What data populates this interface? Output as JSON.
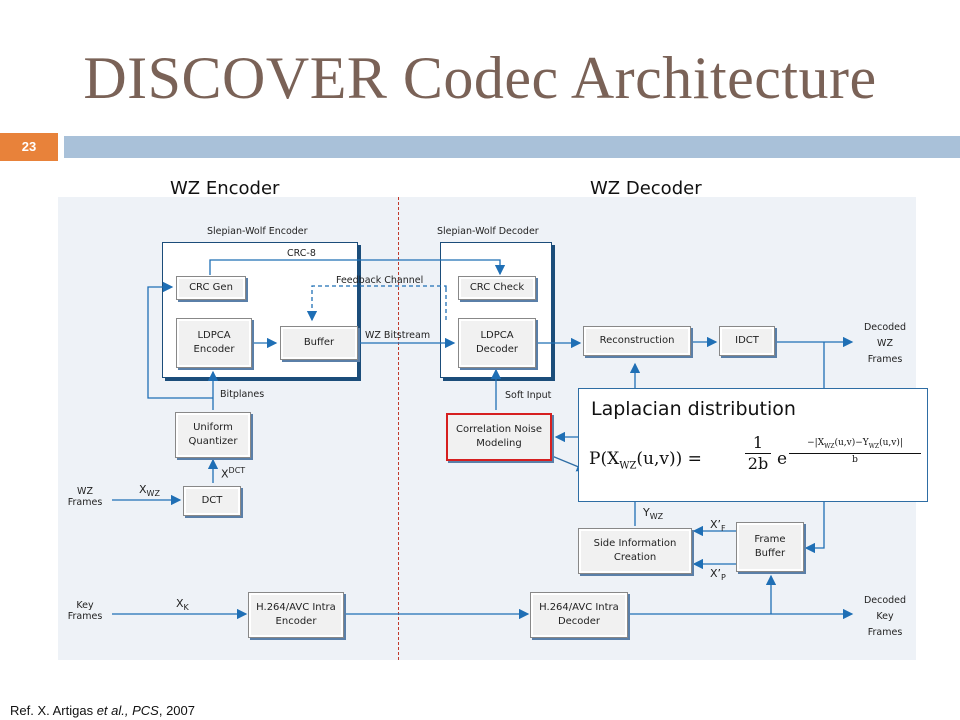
{
  "slide": {
    "title": "DISCOVER Codec Architecture",
    "page_number": "23",
    "reference_prefix": "Ref. X. Artigas ",
    "reference_italic": "et al., PCS",
    "reference_suffix": ", 2007"
  },
  "diagram": {
    "encoder_heading": "WZ Encoder",
    "decoder_heading": "WZ Decoder",
    "sw_encoder_label": "Slepian-Wolf Encoder",
    "sw_decoder_label": "Slepian-Wolf Decoder",
    "blocks": {
      "crc_gen": "CRC Gen",
      "ldpca_encoder": "LDPCA Encoder",
      "buffer": "Buffer",
      "uniform_quantizer": "Uniform Quantizer",
      "dct": "DCT",
      "h264_encoder": "H.264/AVC Intra Encoder",
      "crc_check": "CRC Check",
      "ldpca_decoder": "LDPCA Decoder",
      "reconstruction": "Reconstruction",
      "idct": "IDCT",
      "correlation": "Correlation Noise Modeling",
      "side_info": "Side Information Creation",
      "frame_buffer": "Frame Buffer",
      "h264_decoder": "H.264/AVC Intra Decoder"
    },
    "labels": {
      "crc8": "CRC-8",
      "feedback": "Feedback Channel",
      "wz_bitstream": "WZ Bitstream",
      "bitplanes": "Bitplanes",
      "soft_input": "Soft Input",
      "x_dct": "X",
      "x_dct_sup": "DCT",
      "x_wz": "X",
      "x_wz_sub": "WZ",
      "x_k": "X",
      "x_k_sub": "K",
      "y_wz": "Y",
      "y_wz_sub": "WZ",
      "x_f": "X’",
      "x_f_sub": "F",
      "x_b": "X’",
      "x_b_sub": "P",
      "wz_frames_1": "WZ",
      "wz_frames_2": "Frames",
      "key_frames_1": "Key",
      "key_frames_2": "Frames",
      "decoded_wz_1": "Decoded",
      "decoded_wz_2": "WZ",
      "decoded_wz_3": "Frames",
      "decoded_key_1": "Decoded",
      "decoded_key_2": "Key",
      "decoded_key_3": "Frames"
    },
    "callout": {
      "title": "Laplacian distribution",
      "formula_lhs": "P(X",
      "formula_lhs_sub": "WZ",
      "formula_lhs_args": "(u,v)) =",
      "formula_num": "1",
      "formula_den": "2b",
      "formula_e": "e",
      "formula_exp_top": "−|X",
      "formula_exp_top_sub": "WZ",
      "formula_exp_top_mid": "(u,v)−Y",
      "formula_exp_top_sub2": "WZ",
      "formula_exp_top_end": "(u,v)|",
      "formula_exp_bottom": "b"
    }
  }
}
